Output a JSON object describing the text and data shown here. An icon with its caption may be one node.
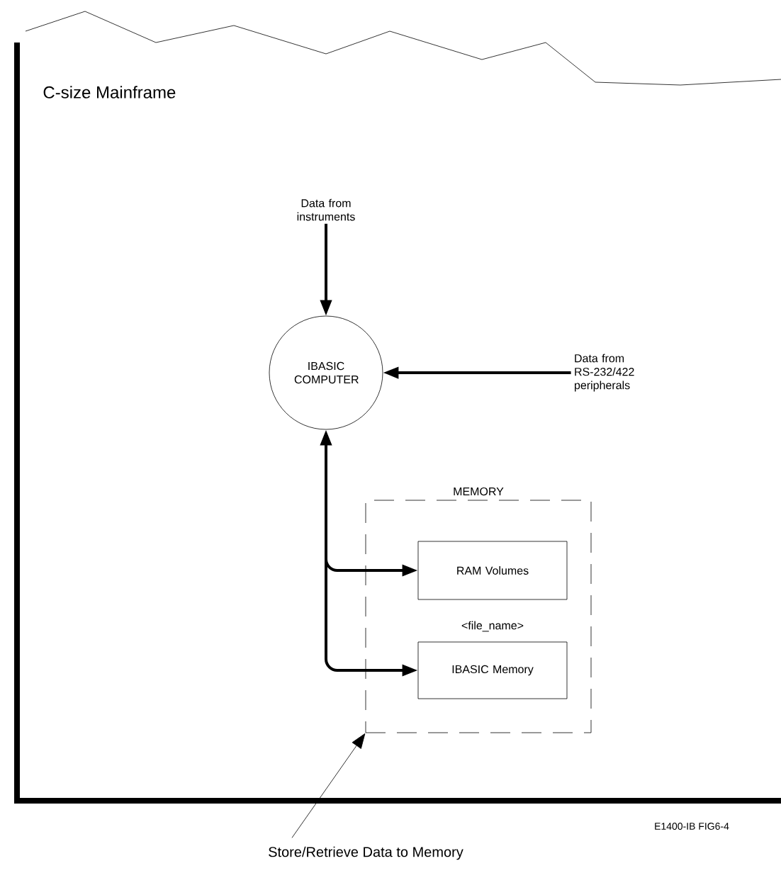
{
  "diagram": {
    "nodes": [
      {
        "text": [
          "C-size Mainframe"
        ]
      },
      {
        "text": [
          "Data from instruments"
        ],
        "in": 0
      },
      {
        "text": [
          "IBASIC COMPUTER"
        ],
        "in": 0
      },
      {
        "text": [
          "Data from RS-232/422 peripherals"
        ],
        "in": 0
      },
      {
        "text": [
          "MEMORY"
        ],
        "in": 0
      },
      {
        "text": [
          "RAM Volumes"
        ],
        "in": 4
      },
      {
        "text": [
          "<file_name>",
          "IBASIC Memory"
        ],
        "in": 4
      },
      {
        "text": [
          "Store/Retrieve Data to Memory"
        ]
      }
    ],
    "edges": [
      {
        "from": 1,
        "to": 2,
        "arrow": "to"
      },
      {
        "from": 3,
        "to": 2,
        "arrow": "to"
      },
      {
        "from": 2,
        "to": 5,
        "arrow": "both"
      },
      {
        "from": 2,
        "to": 6,
        "arrow": "both"
      },
      {
        "from": 7,
        "to": 4,
        "arrow": "to"
      }
    ],
    "labels": [
      "E1400-IB FIG6-4"
    ]
  }
}
